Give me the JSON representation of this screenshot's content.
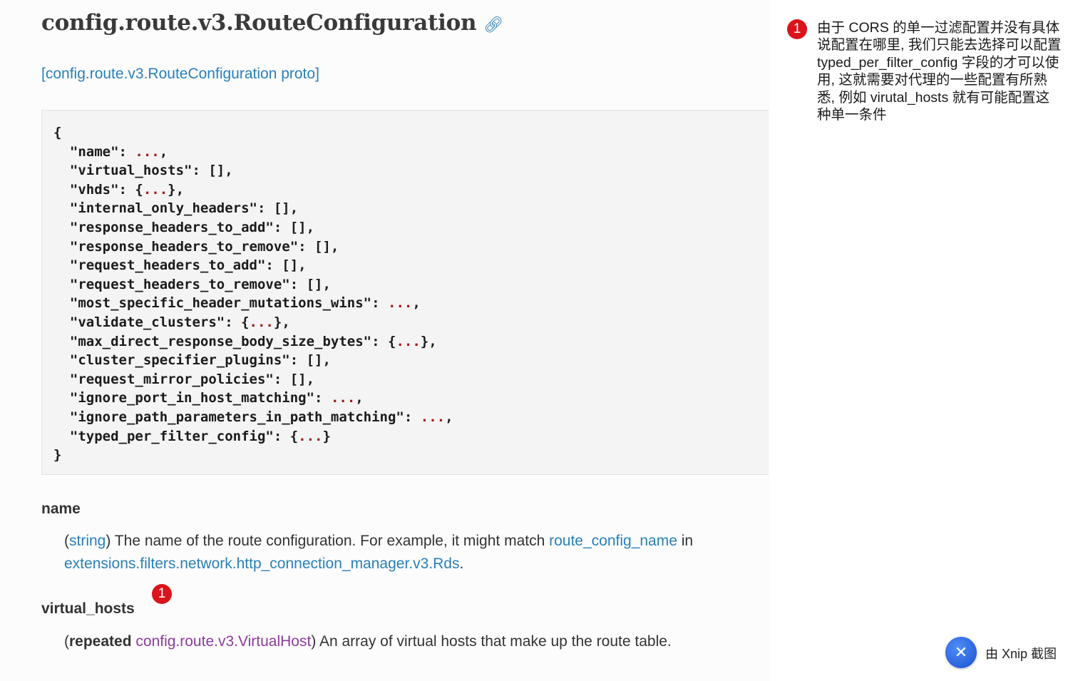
{
  "doc": {
    "title": "config.route.v3.RouteConfiguration",
    "permalink_icon": "link-icon",
    "proto_link": "[config.route.v3.RouteConfiguration proto]",
    "code_lines": [
      "{",
      "  \"name\": ...,",
      "  \"virtual_hosts\": [],",
      "  \"vhds\": {...},",
      "  \"internal_only_headers\": [],",
      "  \"response_headers_to_add\": [],",
      "  \"response_headers_to_remove\": [],",
      "  \"request_headers_to_add\": [],",
      "  \"request_headers_to_remove\": [],",
      "  \"most_specific_header_mutations_wins\": ...,",
      "  \"validate_clusters\": {...},",
      "  \"max_direct_response_body_size_bytes\": {...},",
      "  \"cluster_specifier_plugins\": [],",
      "  \"request_mirror_policies\": [],",
      "  \"ignore_port_in_host_matching\": ...,",
      "  \"ignore_path_parameters_in_path_matching\": ...,",
      "  \"typed_per_filter_config\": {...}",
      "}"
    ],
    "fields": {
      "name": {
        "label": "name",
        "open_paren": "(",
        "type": "string",
        "text": ") The name of the route configuration. For example, it might match ",
        "link1": "route_config_name",
        "mid": " in ",
        "link2": "extensions.filters.network.http_connection_manager.v3.Rds",
        "end": "."
      },
      "virtual_hosts": {
        "label": "virtual_hosts",
        "open_paren": "(",
        "repeated": "repeated",
        "type": "config.route.v3.VirtualHost",
        "text": ") An array of virtual hosts that make up the route table."
      }
    }
  },
  "annotation": {
    "badge": "1",
    "note": "由于 CORS 的单一过滤配置并没有具体说配置在哪里, 我们只能去选择可以配置 typed_per_filter_config 字段的才可以使用, 这就需要对代理的一些配置有所熟悉, 例如 virutal_hosts 就有可能配置这种单一条件",
    "badge_color": "#d9141b"
  },
  "watermark": {
    "logo_icon": "xnip-logo-icon",
    "label": "由 Xnip 截图"
  },
  "colors": {
    "link": "#2980b9",
    "visited_link": "#8e3b9e",
    "code_bg": "#f4f4f4"
  }
}
